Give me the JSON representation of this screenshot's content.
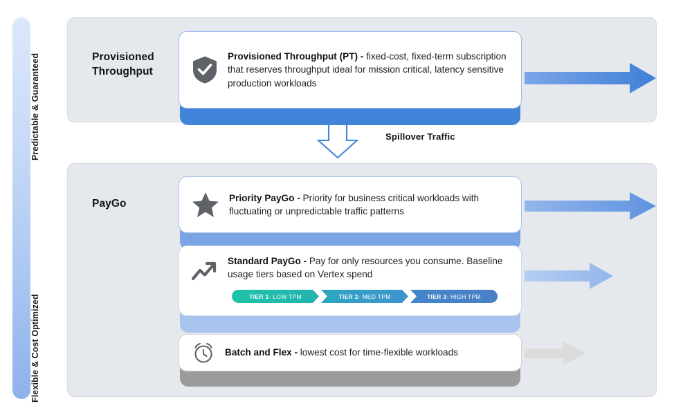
{
  "spectrum": {
    "top_label": "Predictable & Guaranteed",
    "bottom_label": "Flexible & Cost Optimized",
    "gradient_top": "#dce8fb",
    "gradient_bottom": "#8eb1ea"
  },
  "connector": {
    "label": "Spillover Traffic",
    "color": "#4285d8"
  },
  "sections": [
    {
      "id": "provisioned-throughput",
      "row_label": "Provisioned Throughput",
      "cards": [
        {
          "id": "pt",
          "icon": "shield-check-icon",
          "title": "Provisioned Throughput (PT) -",
          "body": " fixed-cost, fixed-term subscription that reserves throughput ideal for mission critical, latency sensitive production workloads",
          "shadow_color": "#4284d9",
          "arrow_color": "#4285d8",
          "arrow_length": 177
        }
      ]
    },
    {
      "id": "paygo",
      "row_label": "PayGo",
      "cards": [
        {
          "id": "priority",
          "icon": "star-icon",
          "title": "Priority PayGo -",
          "body": " Priority for business critical workloads with fluctuating or unpredictable traffic patterns",
          "shadow_color": "#7ba4e4",
          "arrow_color": "#6f9ce4",
          "arrow_length": 177
        },
        {
          "id": "standard",
          "icon": "trending-up-icon",
          "title": "Standard PayGo -",
          "body": " Pay for only resources you consume. Baseline usage tiers based on Vertex spend",
          "shadow_color": "#a8c4ee",
          "arrow_color": "#a4c0ef",
          "arrow_length": 114,
          "tiers": [
            {
              "name": "TIER 1",
              "qualifier": " - LOW TPM",
              "color": "#1ec3a8"
            },
            {
              "name": "TIER 2",
              "qualifier": " - MED TPM",
              "color": "#2ba6bf"
            },
            {
              "name": "TIER 3",
              "qualifier": " - HIGH TPM",
              "color": "#4286cc"
            }
          ]
        },
        {
          "id": "batch",
          "icon": "alarm-clock-icon",
          "title": "Batch and Flex -",
          "body": " lowest cost for time-flexible workloads",
          "shadow_color": "#9b9b9b",
          "arrow_color": "#dcdcdc",
          "arrow_length": 72
        }
      ]
    }
  ]
}
